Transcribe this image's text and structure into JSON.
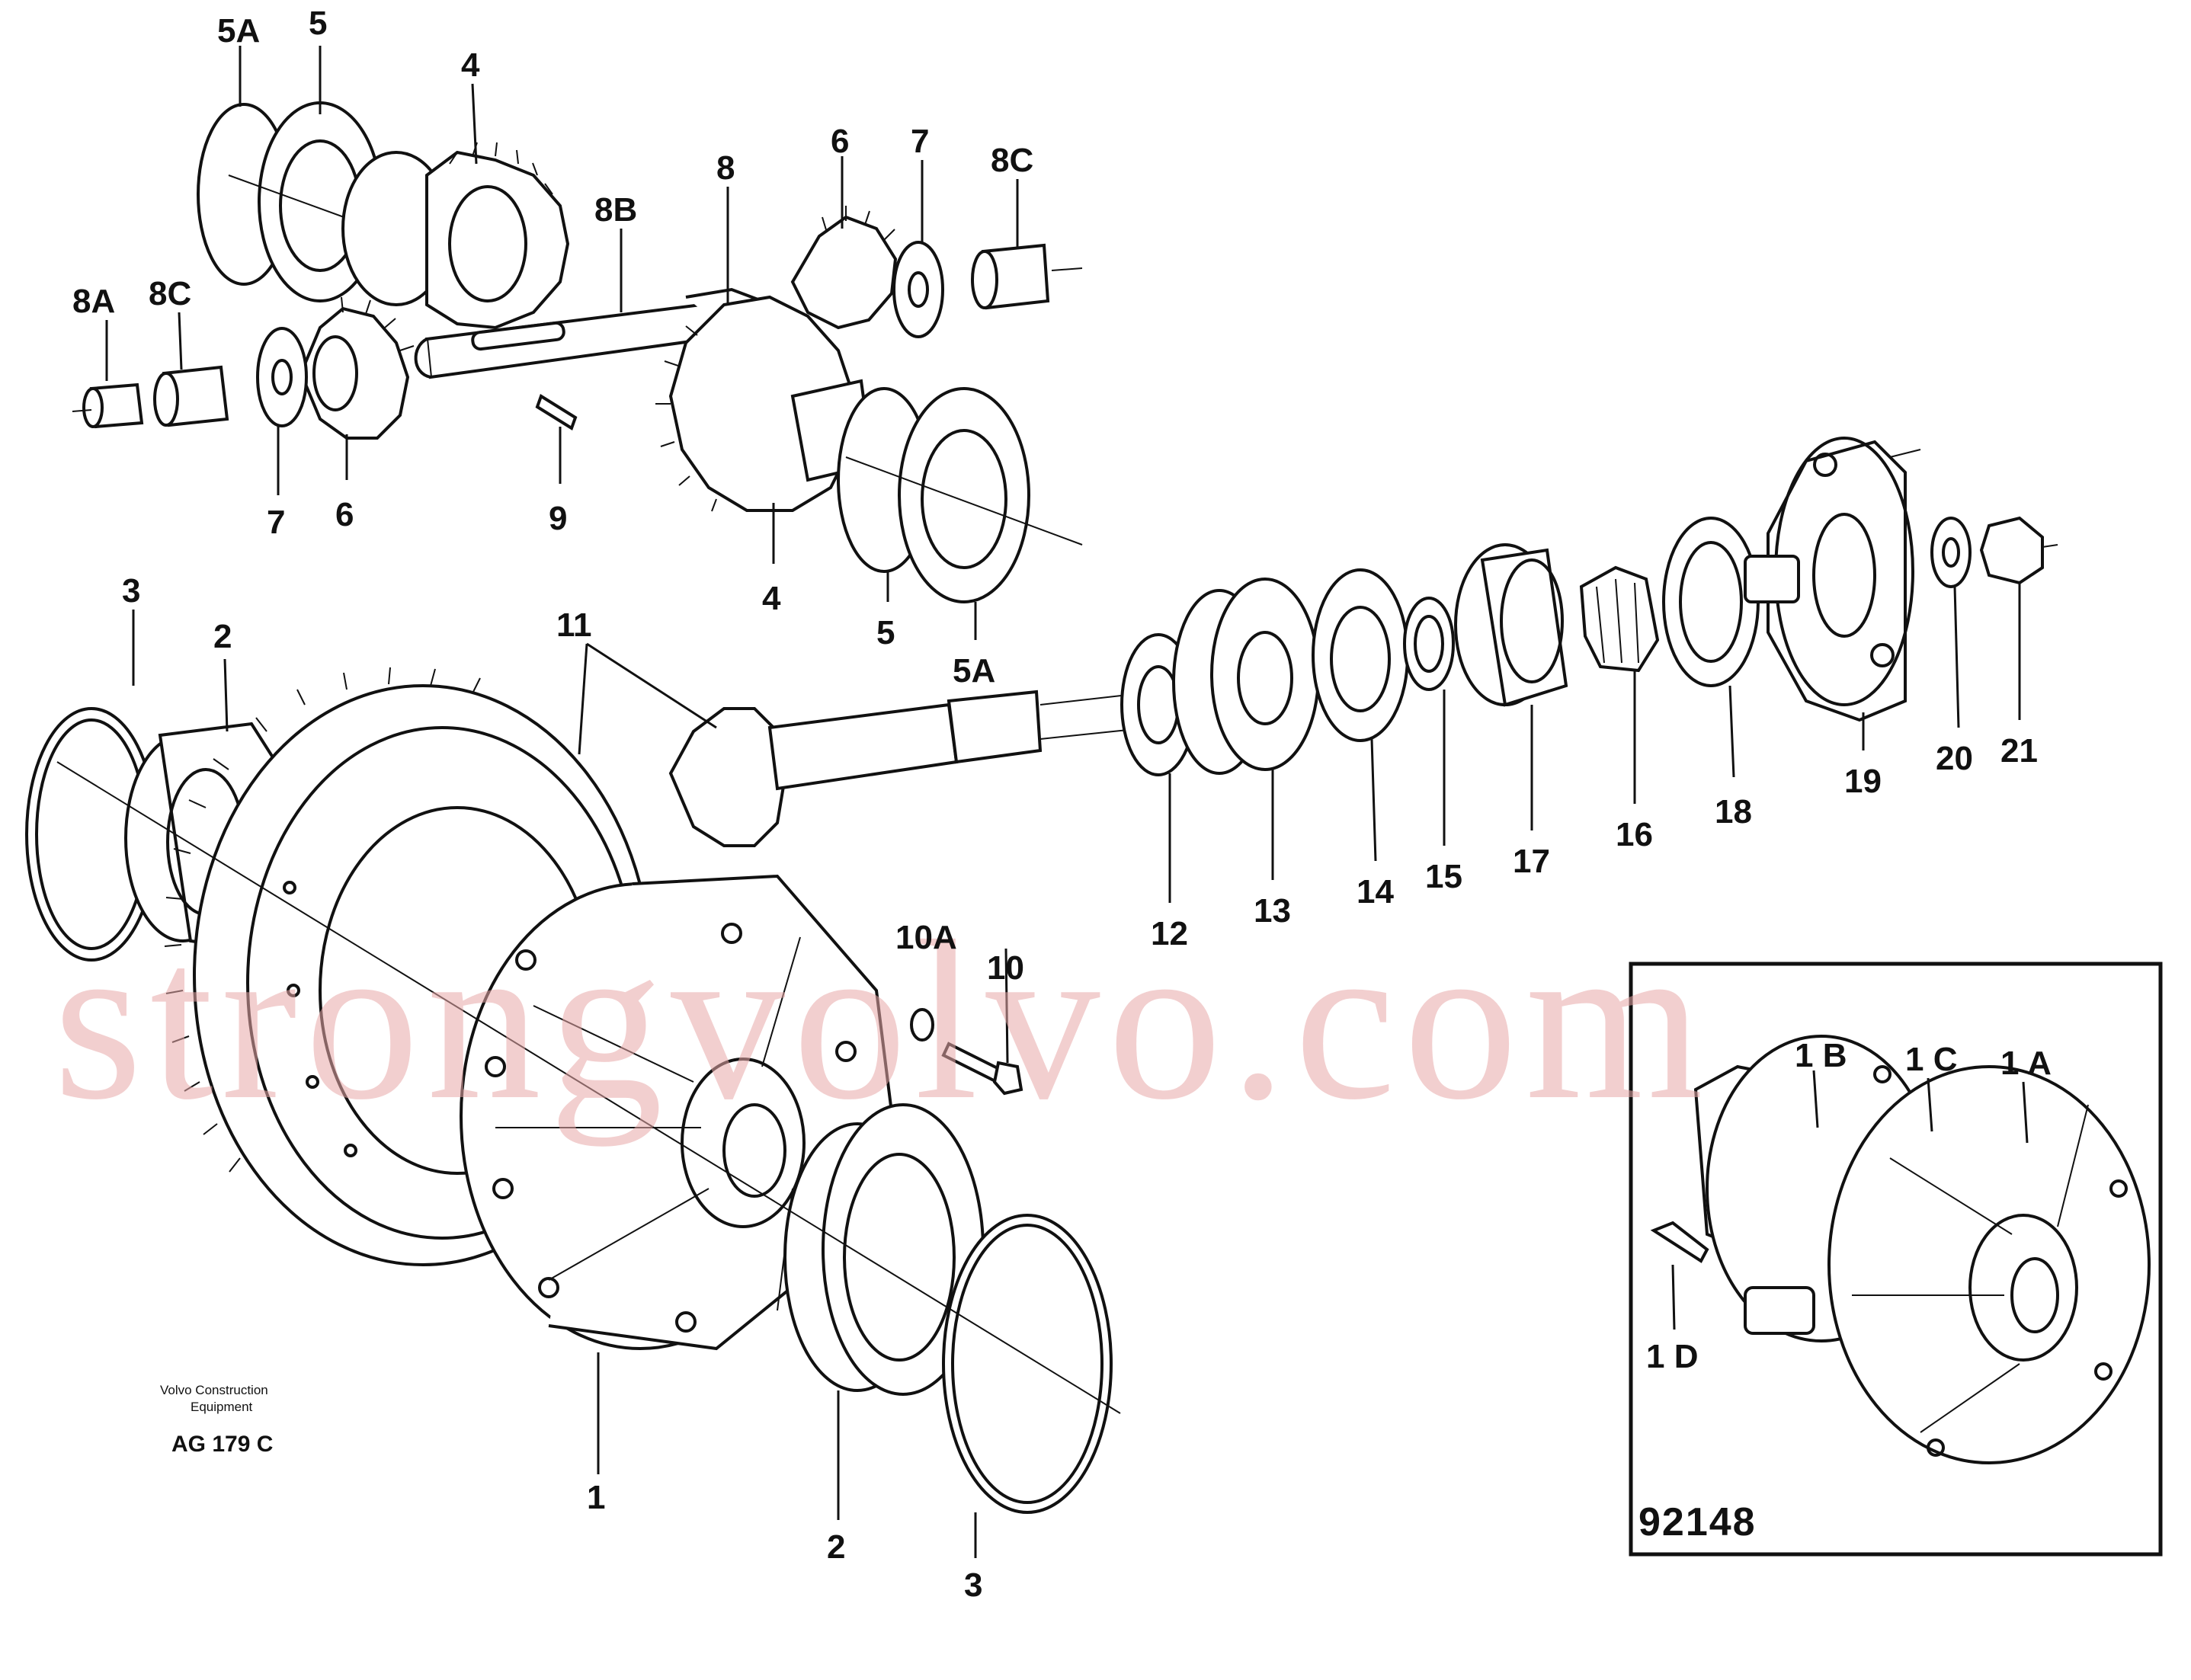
{
  "callouts": [
    {
      "id": "5A-top",
      "text": "5A"
    },
    {
      "id": "5-top",
      "text": "5"
    },
    {
      "id": "4-top",
      "text": "4"
    },
    {
      "id": "6-top",
      "text": "6"
    },
    {
      "id": "7-top",
      "text": "7"
    },
    {
      "id": "8C-top",
      "text": "8C"
    },
    {
      "id": "8B",
      "text": "8B"
    },
    {
      "id": "8",
      "text": "8"
    },
    {
      "id": "8A",
      "text": "8A"
    },
    {
      "id": "8C-left",
      "text": "8C"
    },
    {
      "id": "7-left",
      "text": "7"
    },
    {
      "id": "6-left",
      "text": "6"
    },
    {
      "id": "9",
      "text": "9"
    },
    {
      "id": "4-mid",
      "text": "4"
    },
    {
      "id": "5-mid",
      "text": "5"
    },
    {
      "id": "5A-mid",
      "text": "5A"
    },
    {
      "id": "3-top",
      "text": "3"
    },
    {
      "id": "2-top",
      "text": "2"
    },
    {
      "id": "11",
      "text": "11"
    },
    {
      "id": "12",
      "text": "12"
    },
    {
      "id": "13",
      "text": "13"
    },
    {
      "id": "14",
      "text": "14"
    },
    {
      "id": "15",
      "text": "15"
    },
    {
      "id": "17",
      "text": "17"
    },
    {
      "id": "16",
      "text": "16"
    },
    {
      "id": "18",
      "text": "18"
    },
    {
      "id": "19",
      "text": "19"
    },
    {
      "id": "20",
      "text": "20"
    },
    {
      "id": "21",
      "text": "21"
    },
    {
      "id": "10A",
      "text": "10A"
    },
    {
      "id": "10",
      "text": "10"
    },
    {
      "id": "1",
      "text": "1"
    },
    {
      "id": "2-bottom",
      "text": "2"
    },
    {
      "id": "3-bottom",
      "text": "3"
    },
    {
      "id": "1B",
      "text": "1 B"
    },
    {
      "id": "1C",
      "text": "1 C"
    },
    {
      "id": "1A",
      "text": "1 A"
    },
    {
      "id": "1D",
      "text": "1 D"
    }
  ],
  "publisher_line1": "Volvo Construction",
  "publisher_line2": "Equipment",
  "drawing_code": "AG 179 C",
  "inset_number": "92148",
  "watermark": "strongvolvo.com"
}
